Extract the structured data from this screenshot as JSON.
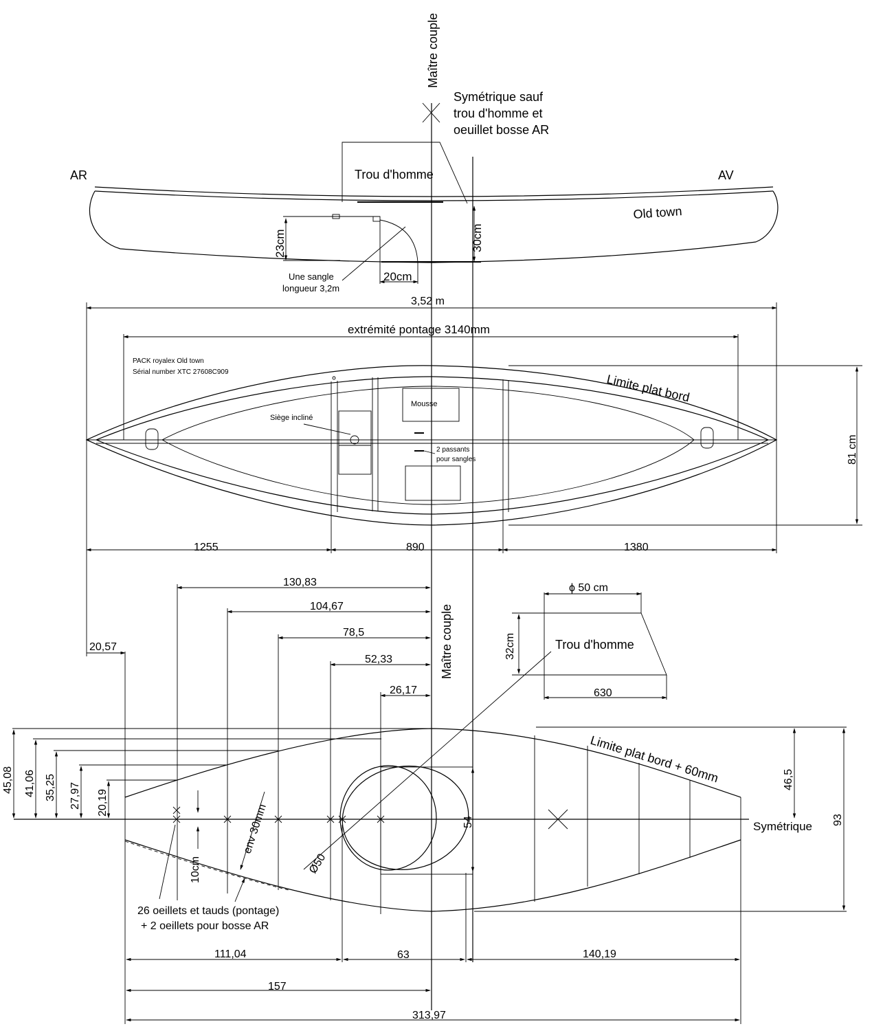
{
  "labels": {
    "maitre_couple_top": "Maître couple",
    "symetrique_note_1": "Symétrique sauf",
    "symetrique_note_2": "trou d'homme et",
    "symetrique_note_3": "oeuillet bosse AR",
    "ar": "AR",
    "av": "AV",
    "trou_homme_top": "Trou d'homme",
    "old_town": "Old town",
    "dim_30cm": "30cm",
    "dim_23cm": "23cm",
    "dim_20cm": "20cm",
    "sangle_1": "Une sangle",
    "sangle_2": "longueur 3,2m",
    "overall_length": "3,52 m",
    "deck_extent": "extrémité pontage 3140mm",
    "pack_1": "PACK royalex Old town",
    "pack_2": "Sérial number  XTC 27608C909",
    "siege": "Siège incliné",
    "mousse": "Mousse",
    "passants_1": "2 passants",
    "passants_2": "pour sangles",
    "limite_plat_bord": "Limite plat bord",
    "width_81": "81 cm",
    "seg_1255": "1255",
    "seg_890": "890",
    "seg_1380": "1380",
    "dim_130_83": "130,83",
    "dim_104_67": "104,67",
    "dim_78_5": "78,5",
    "dim_52_33": "52,33",
    "dim_26_17": "26,17",
    "dim_20_57": "20,57",
    "maitre_couple_mid": "Maître couple",
    "phi_50cm": "ϕ 50 cm",
    "dim_32cm": "32cm",
    "trou_homme_mid": "Trou d'homme",
    "dim_630": "630",
    "limite_plat_bord_60": "Limite plat bord + 60mm",
    "dim_45_08": "45,08",
    "dim_41_06": "41,06",
    "dim_35_25": "35,25",
    "dim_27_97": "27,97",
    "dim_20_19": "20,19",
    "dim_46_5": "46,5",
    "dim_93": "93",
    "symetrique": "Symétrique",
    "env_30mm": "env 30mm",
    "dim_10cm": "10cm",
    "dim_54": "54",
    "dia_50": "Ø50",
    "oeillets_1": "26 oeillets et tauds (pontage)",
    "oeillets_2": "+ 2 oeillets pour bosse AR",
    "dim_111_04": "111,04",
    "dim_63": "63",
    "dim_140_19": "140,19",
    "dim_157": "157",
    "dim_313_97": "313,97"
  }
}
